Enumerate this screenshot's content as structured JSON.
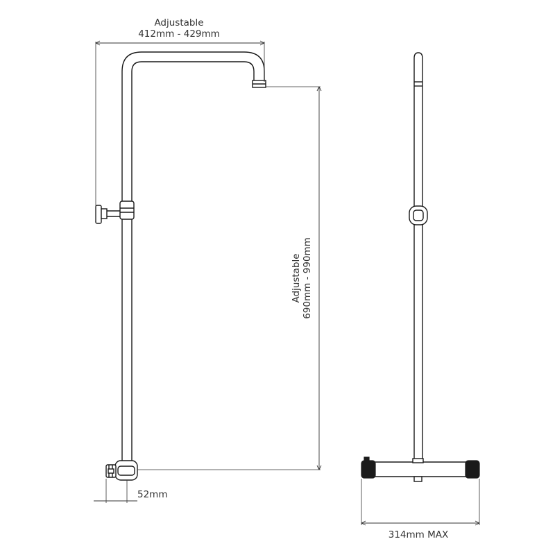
{
  "dimensions": {
    "width_label_title": "Adjustable",
    "width_label_range": "412mm - 429mm",
    "height_label_title": "Adjustable",
    "height_label_range": "690mm - 990mm",
    "offset_label": "52mm",
    "total_width_label": "314mm MAX"
  },
  "colors": {
    "line": "#1a1a1a",
    "dimension": "#333333",
    "background": "#ffffff"
  }
}
